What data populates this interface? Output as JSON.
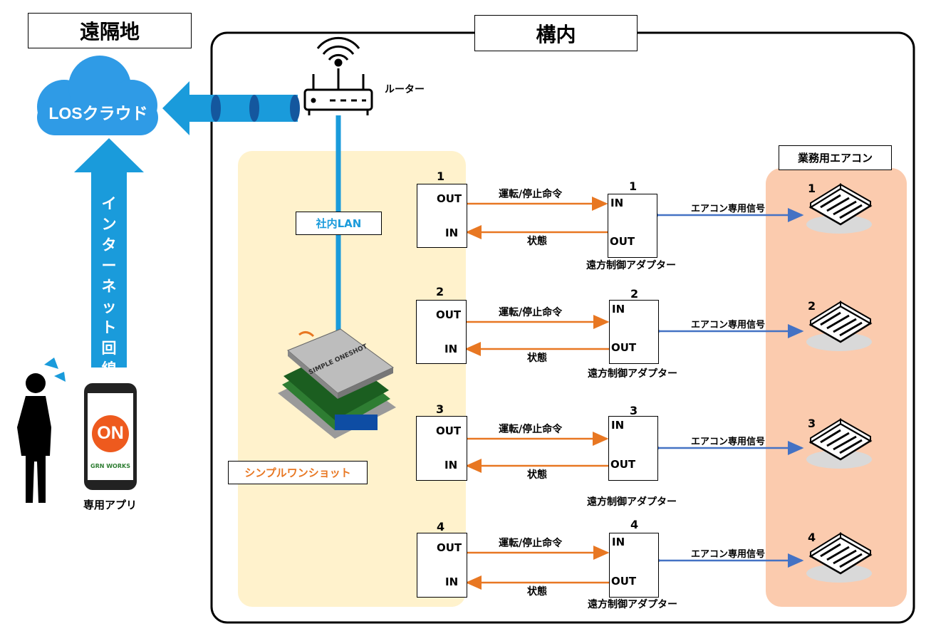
{
  "remote_title": "遠隔地",
  "premises_title": "構内",
  "cloud_label": "LOSクラウド",
  "router_label": "ルーター",
  "lan_label": "社内LAN",
  "internet_label": "インターネット回線",
  "app_label": "専用アプリ",
  "app_button": "ON",
  "app_brand": "GRN WORKS",
  "device_label": "シンプルワンショット",
  "device_brand": "SIMPLE ONESHOT",
  "ac_group_label": "業務用エアコン",
  "colors": {
    "orange": "#E87722",
    "blue": "#4472C4",
    "cyan": "#1A9BDB",
    "cream": "#FFF2CC",
    "peach": "#FBCBAE"
  },
  "channels": [
    {
      "num": "1",
      "out": "OUT",
      "in": "IN",
      "cmd": "運転/停止命令",
      "status": "状態",
      "adapter_num": "1",
      "adapter_in": "IN",
      "adapter_out": "OUT",
      "adapter_label": "遠方制御アダプター",
      "signal": "エアコン専用信号",
      "ac_num": "1"
    },
    {
      "num": "2",
      "out": "OUT",
      "in": "IN",
      "cmd": "運転/停止命令",
      "status": "状態",
      "adapter_num": "2",
      "adapter_in": "IN",
      "adapter_out": "OUT",
      "adapter_label": "遠方制御アダプター",
      "signal": "エアコン専用信号",
      "ac_num": "2"
    },
    {
      "num": "3",
      "out": "OUT",
      "in": "IN",
      "cmd": "運転/停止命令",
      "status": "状態",
      "adapter_num": "3",
      "adapter_in": "IN",
      "adapter_out": "OUT",
      "adapter_label": "遠方制御アダプター",
      "signal": "エアコン専用信号",
      "ac_num": "3"
    },
    {
      "num": "4",
      "out": "OUT",
      "in": "IN",
      "cmd": "運転/停止命令",
      "status": "状態",
      "adapter_num": "4",
      "adapter_in": "IN",
      "adapter_out": "OUT",
      "adapter_label": "遠方制御アダプター",
      "signal": "エアコン専用信号",
      "ac_num": "4"
    }
  ]
}
